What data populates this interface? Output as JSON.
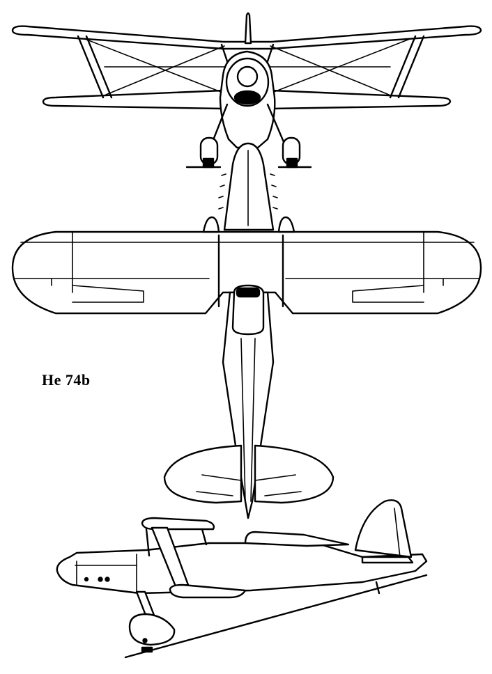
{
  "label": {
    "model": "He 74b"
  },
  "views": [
    {
      "name": "front-view"
    },
    {
      "name": "top-view"
    },
    {
      "name": "side-view"
    }
  ]
}
